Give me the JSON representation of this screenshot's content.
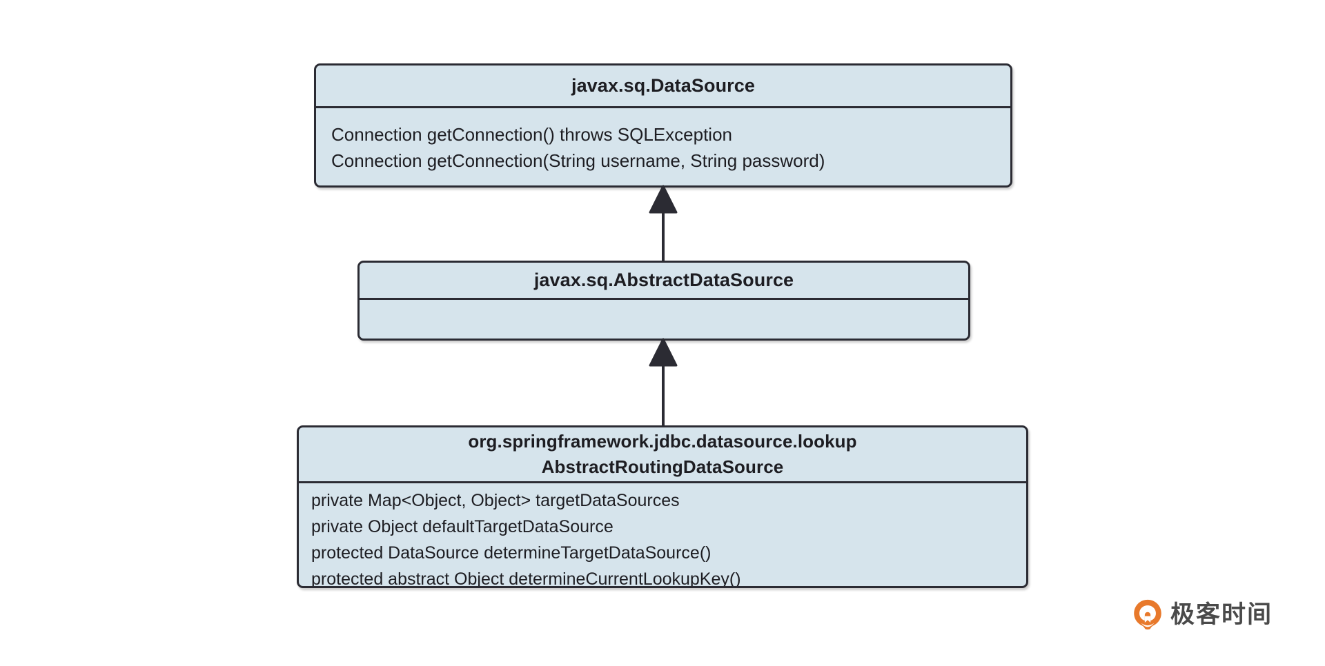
{
  "diagram": {
    "type": "uml-class-diagram",
    "title": "Spring AbstractRoutingDataSource class hierarchy",
    "background_color": "#ffffff",
    "box_fill_color": "#d6e4ec",
    "box_border_color": "#2b2b33",
    "text_color": "#1d1d22",
    "classes": [
      {
        "id": "datasource",
        "name": "javax.sq.DataSource",
        "title_lines": [
          "javax.sq.DataSource"
        ],
        "members": [
          "Connection getConnection() throws SQLException",
          "Connection getConnection(String username, String password)"
        ]
      },
      {
        "id": "abstract-datasource",
        "name": "javax.sq.AbstractDataSource",
        "title_lines": [
          "javax.sq.AbstractDataSource"
        ],
        "members": []
      },
      {
        "id": "routing-datasource",
        "name": "org.springframework.jdbc.datasource.lookup AbstractRoutingDataSource",
        "title_lines": [
          "org.springframework.jdbc.datasource.lookup",
          "AbstractRoutingDataSource"
        ],
        "members": [
          "private Map<Object, Object> targetDataSources",
          "private Object defaultTargetDataSource",
          "protected DataSource determineTargetDataSource()",
          "protected abstract Object determineCurrentLookupKey()"
        ]
      }
    ],
    "relationships": [
      {
        "id": "abstract-to-datasource",
        "kind": "generalization",
        "from": "javax.sq.AbstractDataSource",
        "to": "javax.sq.DataSource",
        "arrow": "solid-filled-triangle-up"
      },
      {
        "id": "routing-to-abstract",
        "kind": "generalization",
        "from": "AbstractRoutingDataSource",
        "to": "javax.sq.AbstractDataSource",
        "arrow": "solid-filled-triangle-up"
      }
    ]
  },
  "watermark": {
    "text": "极客时间",
    "logo_color": "#e8792b",
    "logo_name": "geektime-logo-icon"
  }
}
